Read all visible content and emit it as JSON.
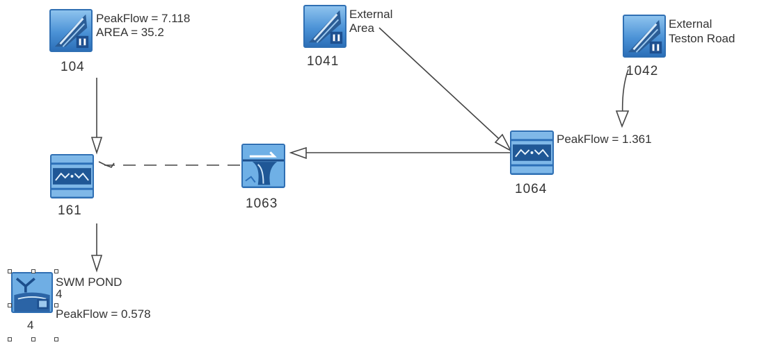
{
  "nodes": {
    "n104": {
      "id": "104",
      "line1": "PeakFlow = 7.118",
      "line2": "AREA = 35.2"
    },
    "n1041": {
      "id": "1041",
      "line1": "External",
      "line2": "Area"
    },
    "n1042": {
      "id": "1042",
      "line1": "External",
      "line2": "Teston Road"
    },
    "n161": {
      "id": "161"
    },
    "n1063": {
      "id": "1063"
    },
    "n1064": {
      "id": "1064",
      "line1": "PeakFlow = 1.361"
    },
    "pond": {
      "id": "4",
      "name": "SWM POND",
      "sub": "4",
      "peak": "PeakFlow = 0.578"
    }
  },
  "icons": {
    "n104": "catchment-icon",
    "n1041": "catchment-icon",
    "n1042": "catchment-icon",
    "n161": "channel-reach-icon",
    "n1063": "diversion-icon",
    "n1064": "channel-reach-icon",
    "pond": "pond-icon"
  },
  "colors": {
    "icon_border": "#2f6fb3",
    "icon_fill": "#4b92d6",
    "link_line": "#444444"
  }
}
